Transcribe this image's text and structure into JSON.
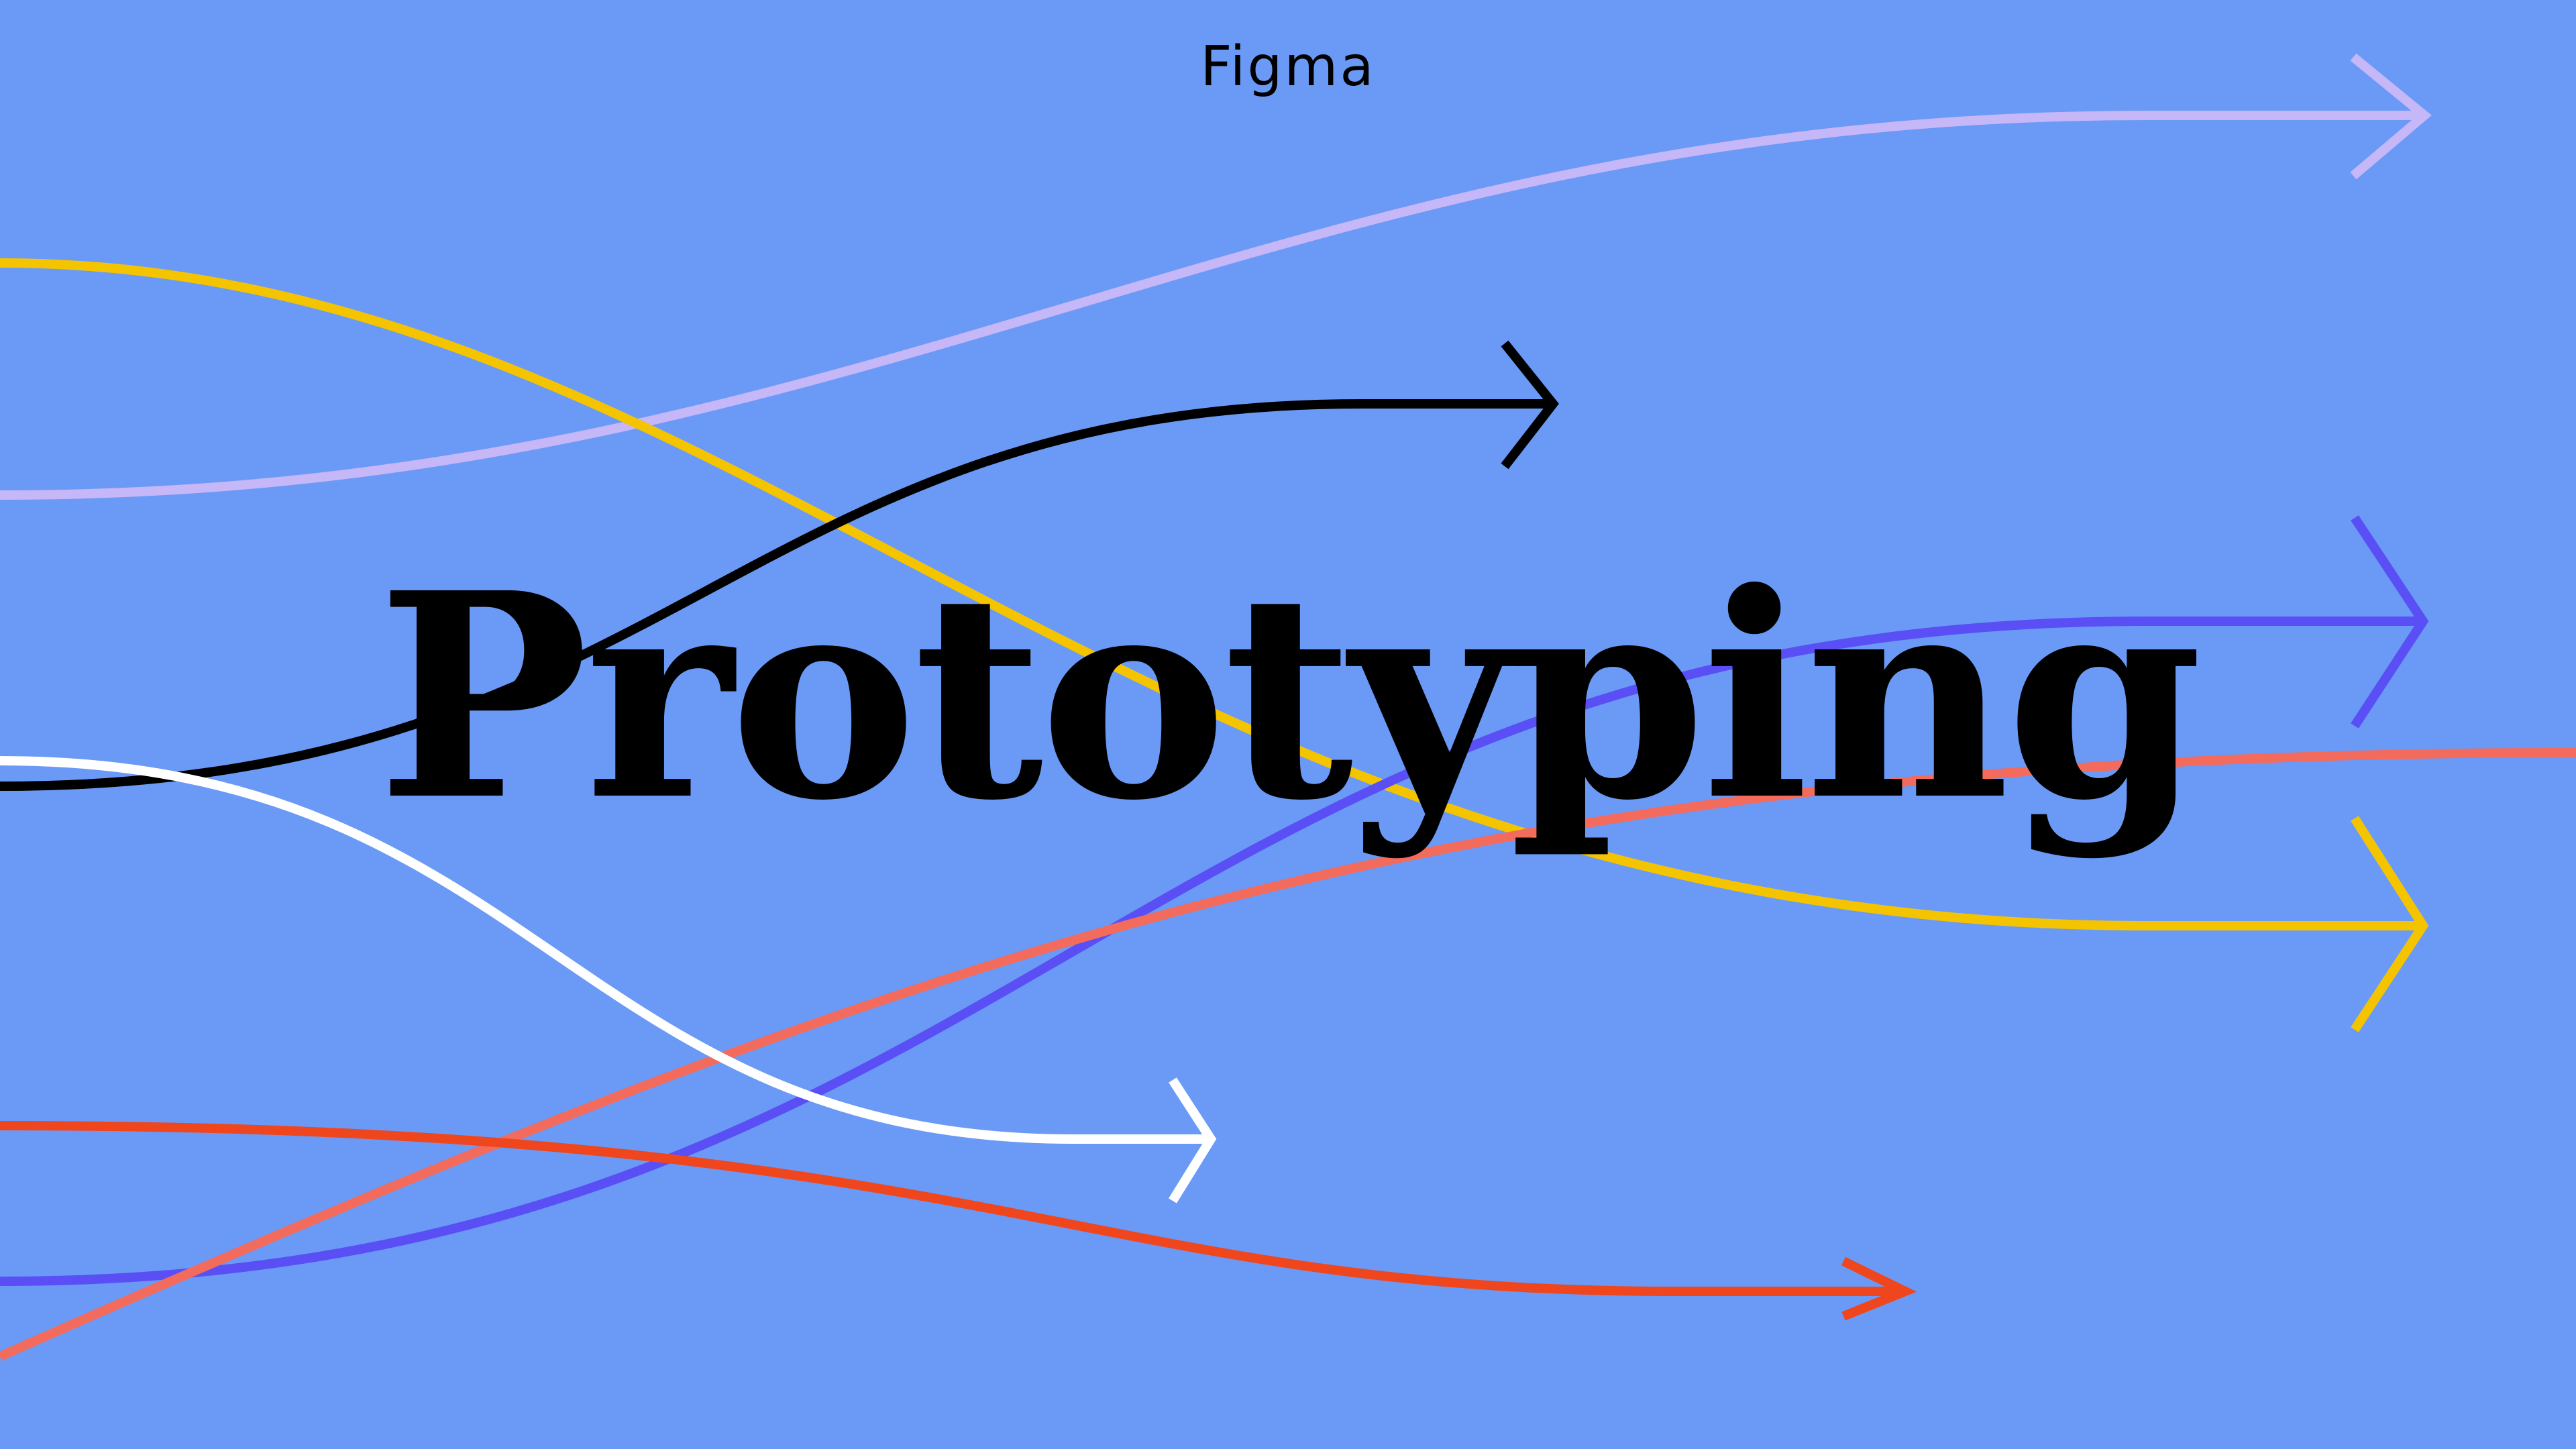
{
  "brand": {
    "name": "Figma"
  },
  "headline": {
    "text": "Prototyping"
  },
  "palette": {
    "background": "#6a9af5",
    "lavender": "#c5b7f8",
    "yellow": "#f5c400",
    "black": "#000000",
    "indigo": "#5a4ff5",
    "salmon": "#f36b5c",
    "white": "#ffffff",
    "red_orange": "#f0461e"
  },
  "arrows": [
    {
      "name": "lavender-arrow",
      "color_key": "lavender"
    },
    {
      "name": "yellow-arrow",
      "color_key": "yellow"
    },
    {
      "name": "black-arrow",
      "color_key": "black"
    },
    {
      "name": "indigo-arrow",
      "color_key": "indigo"
    },
    {
      "name": "salmon-line",
      "color_key": "salmon"
    },
    {
      "name": "white-arrow",
      "color_key": "white"
    },
    {
      "name": "red-orange-arrow",
      "color_key": "red_orange"
    }
  ]
}
